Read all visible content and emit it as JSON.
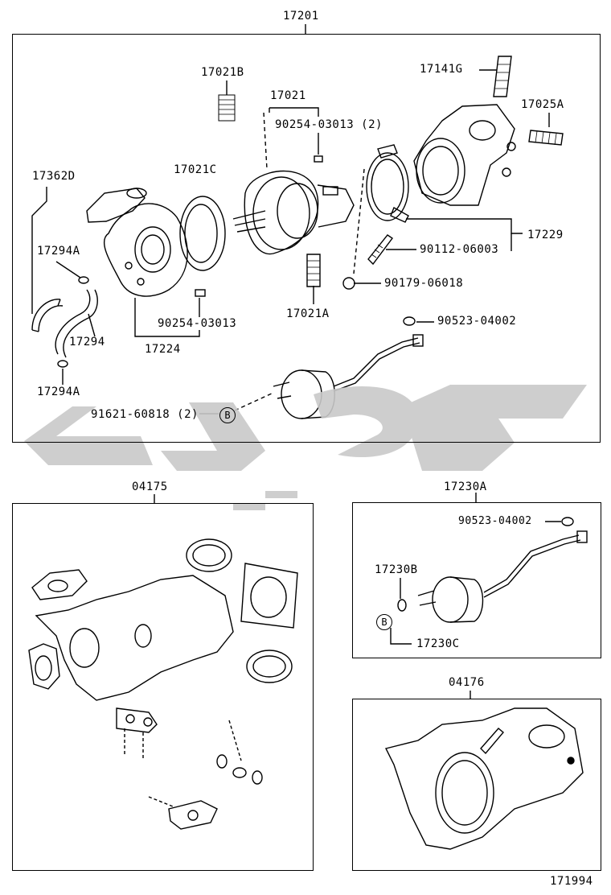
{
  "assembly": {
    "main_part_no": "17201",
    "labels": {
      "p17021B": "17021B",
      "p17021": "17021",
      "p90254_2": "90254-03013 (2)",
      "p17141G": "17141G",
      "p17025A": "17025A",
      "p17362D": "17362D",
      "p17021C": "17021C",
      "p17294A_top": "17294A",
      "p17229": "17229",
      "p90112": "90112-06003",
      "p90179": "90179-06018",
      "p17021A": "17021A",
      "p90254": "90254-03013",
      "p17294": "17294",
      "p17224": "17224",
      "p90523": "90523-04002",
      "p17294A_bot": "17294A",
      "p91621": "91621-60818 (2)",
      "b_marker": "B"
    }
  },
  "gasket_kit": {
    "part_no": "04175"
  },
  "actuator": {
    "part_no": "17230A",
    "labels": {
      "p90523": "90523-04002",
      "p17230B": "17230B",
      "b_marker": "B",
      "p17230C": "17230C"
    }
  },
  "gasket_kit_2": {
    "part_no": "04176"
  },
  "diagram_no": "171994"
}
